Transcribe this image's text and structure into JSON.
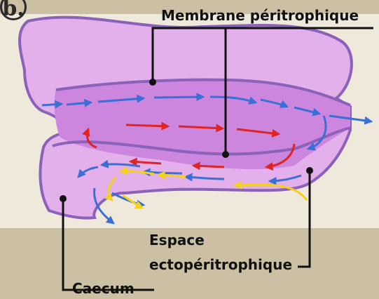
{
  "panel_label": "b.",
  "labels": {
    "membrane": "Membrane péritrophique",
    "espace_line1": "Espace",
    "espace_line2": "ectopéritrophique",
    "caecum": "Caecum"
  },
  "colors": {
    "background": "#cbbfa4",
    "inner_photo_bg": "#efe9dc",
    "gut_wall_fill": "#e4b0ec",
    "gut_wall_stroke": "#8a62ba",
    "endoperitrophic_fill": "#cc86de",
    "outer_flow_arrow": "#3a6fd6",
    "endoperitrophic_arrow": "#e02424",
    "caecum_arrow": "#f2d21c",
    "leader_line": "#111111"
  }
}
